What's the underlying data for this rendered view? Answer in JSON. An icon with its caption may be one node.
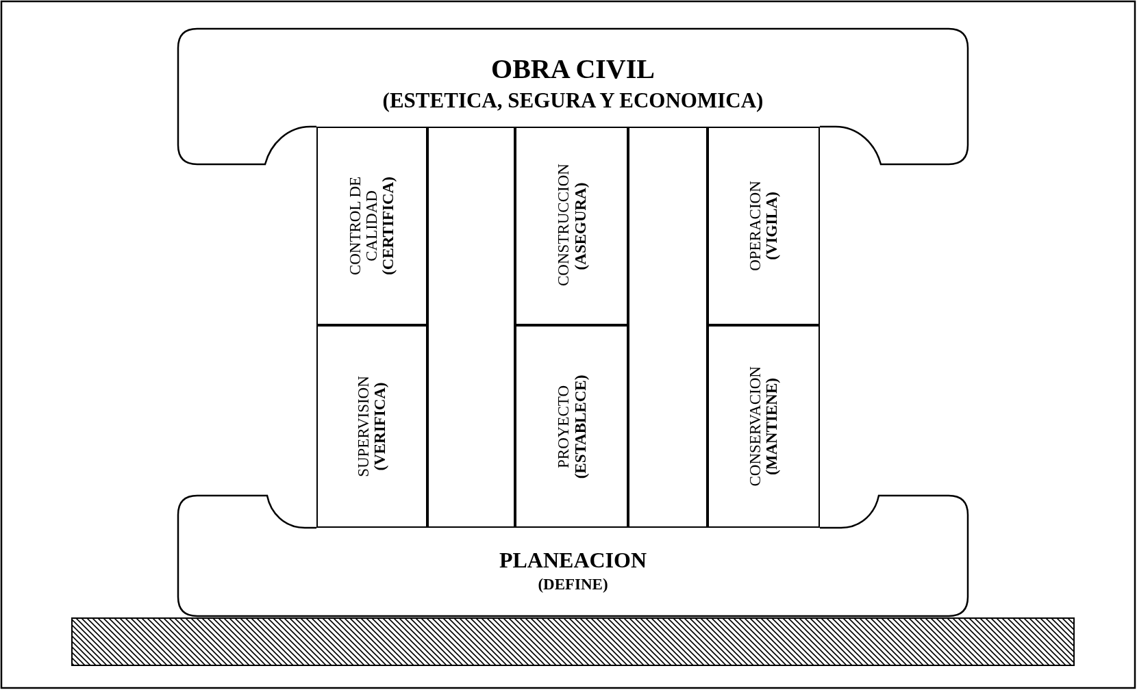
{
  "diagram": {
    "nodes": [
      {
        "text": [
          "OBRA CIVIL",
          "(ESTETICA, SEGURA Y ECONOMICA)"
        ]
      },
      {
        "text": [
          "CONTROL DE CALIDAD",
          "(CERTIFICA)"
        ]
      },
      {
        "text": [],
        "shape": "box"
      },
      {
        "text": [
          "CONSTRUCCION",
          "(ASEGURA)"
        ]
      },
      {
        "text": [],
        "shape": "box"
      },
      {
        "text": [
          "OPERACION",
          "(VIGILA)"
        ]
      },
      {
        "text": [
          "SUPERVISION",
          "(VERIFICA)"
        ]
      },
      {
        "text": [
          "PROYECTO",
          "(ESTABLECE)"
        ]
      },
      {
        "text": [
          "CONSERVACION",
          "(MANTIENE)"
        ]
      },
      {
        "text": [
          "PLANEACION",
          "(DEFINE)"
        ]
      }
    ]
  }
}
